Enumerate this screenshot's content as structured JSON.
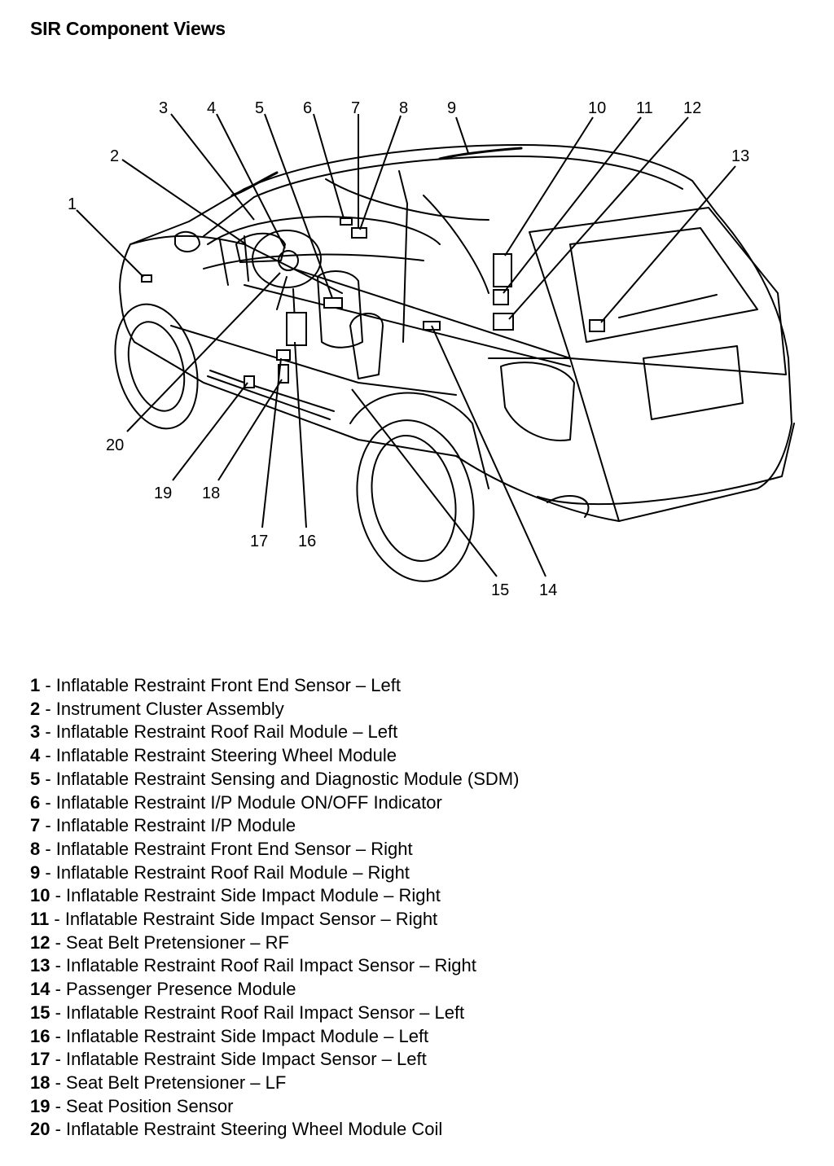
{
  "title": "SIR Component Views",
  "callout_numbers": [
    "1",
    "2",
    "3",
    "4",
    "5",
    "6",
    "7",
    "8",
    "9",
    "10",
    "11",
    "12",
    "13",
    "14",
    "15",
    "16",
    "17",
    "18",
    "19",
    "20"
  ],
  "legend": [
    {
      "num": "1",
      "text": " - Inflatable Restraint Front End Sensor – Left"
    },
    {
      "num": "2",
      "text": " - Instrument Cluster Assembly"
    },
    {
      "num": "3",
      "text": " - Inflatable Restraint Roof Rail Module – Left"
    },
    {
      "num": "4",
      "text": " - Inflatable Restraint Steering Wheel Module"
    },
    {
      "num": "5",
      "text": " - Inflatable Restraint Sensing and Diagnostic Module (SDM)"
    },
    {
      "num": "6",
      "text": " - Inflatable Restraint I/P Module ON/OFF Indicator"
    },
    {
      "num": "7",
      "text": " - Inflatable Restraint I/P Module"
    },
    {
      "num": "8",
      "text": " - Inflatable Restraint Front End Sensor – Right"
    },
    {
      "num": "9",
      "text": " - Inflatable Restraint Roof Rail Module – Right"
    },
    {
      "num": "10",
      "text": " - Inflatable Restraint Side Impact Module – Right"
    },
    {
      "num": "11",
      "text": " - Inflatable Restraint Side Impact Sensor – Right"
    },
    {
      "num": "12",
      "text": " - Seat Belt Pretensioner – RF"
    },
    {
      "num": "13",
      "text": " - Inflatable Restraint Roof Rail Impact Sensor – Right"
    },
    {
      "num": "14",
      "text": " - Passenger Presence Module"
    },
    {
      "num": "15",
      "text": " - Inflatable Restraint Roof Rail Impact Sensor – Left"
    },
    {
      "num": "16",
      "text": " - Inflatable Restraint Side Impact Module – Left"
    },
    {
      "num": "17",
      "text": " - Inflatable Restraint Side Impact Sensor – Left"
    },
    {
      "num": "18",
      "text": " - Seat Belt Pretensioner – LF"
    },
    {
      "num": "19",
      "text": " - Seat Position Sensor"
    },
    {
      "num": "20",
      "text": " - Inflatable Restraint Steering Wheel Module Coil"
    }
  ]
}
